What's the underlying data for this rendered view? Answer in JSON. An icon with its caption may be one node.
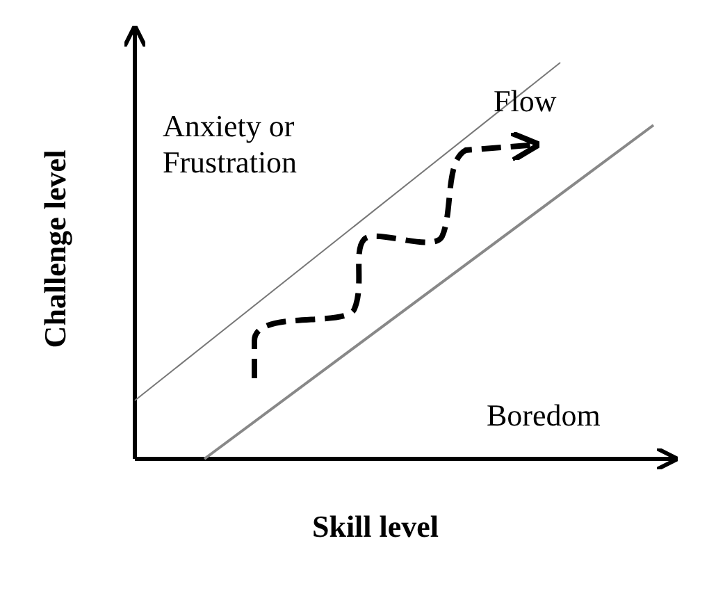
{
  "diagram": {
    "labels": [
      "Anxiety or Frustration",
      "Flow",
      "Boredom",
      "Challenge level",
      "Skill level"
    ]
  }
}
